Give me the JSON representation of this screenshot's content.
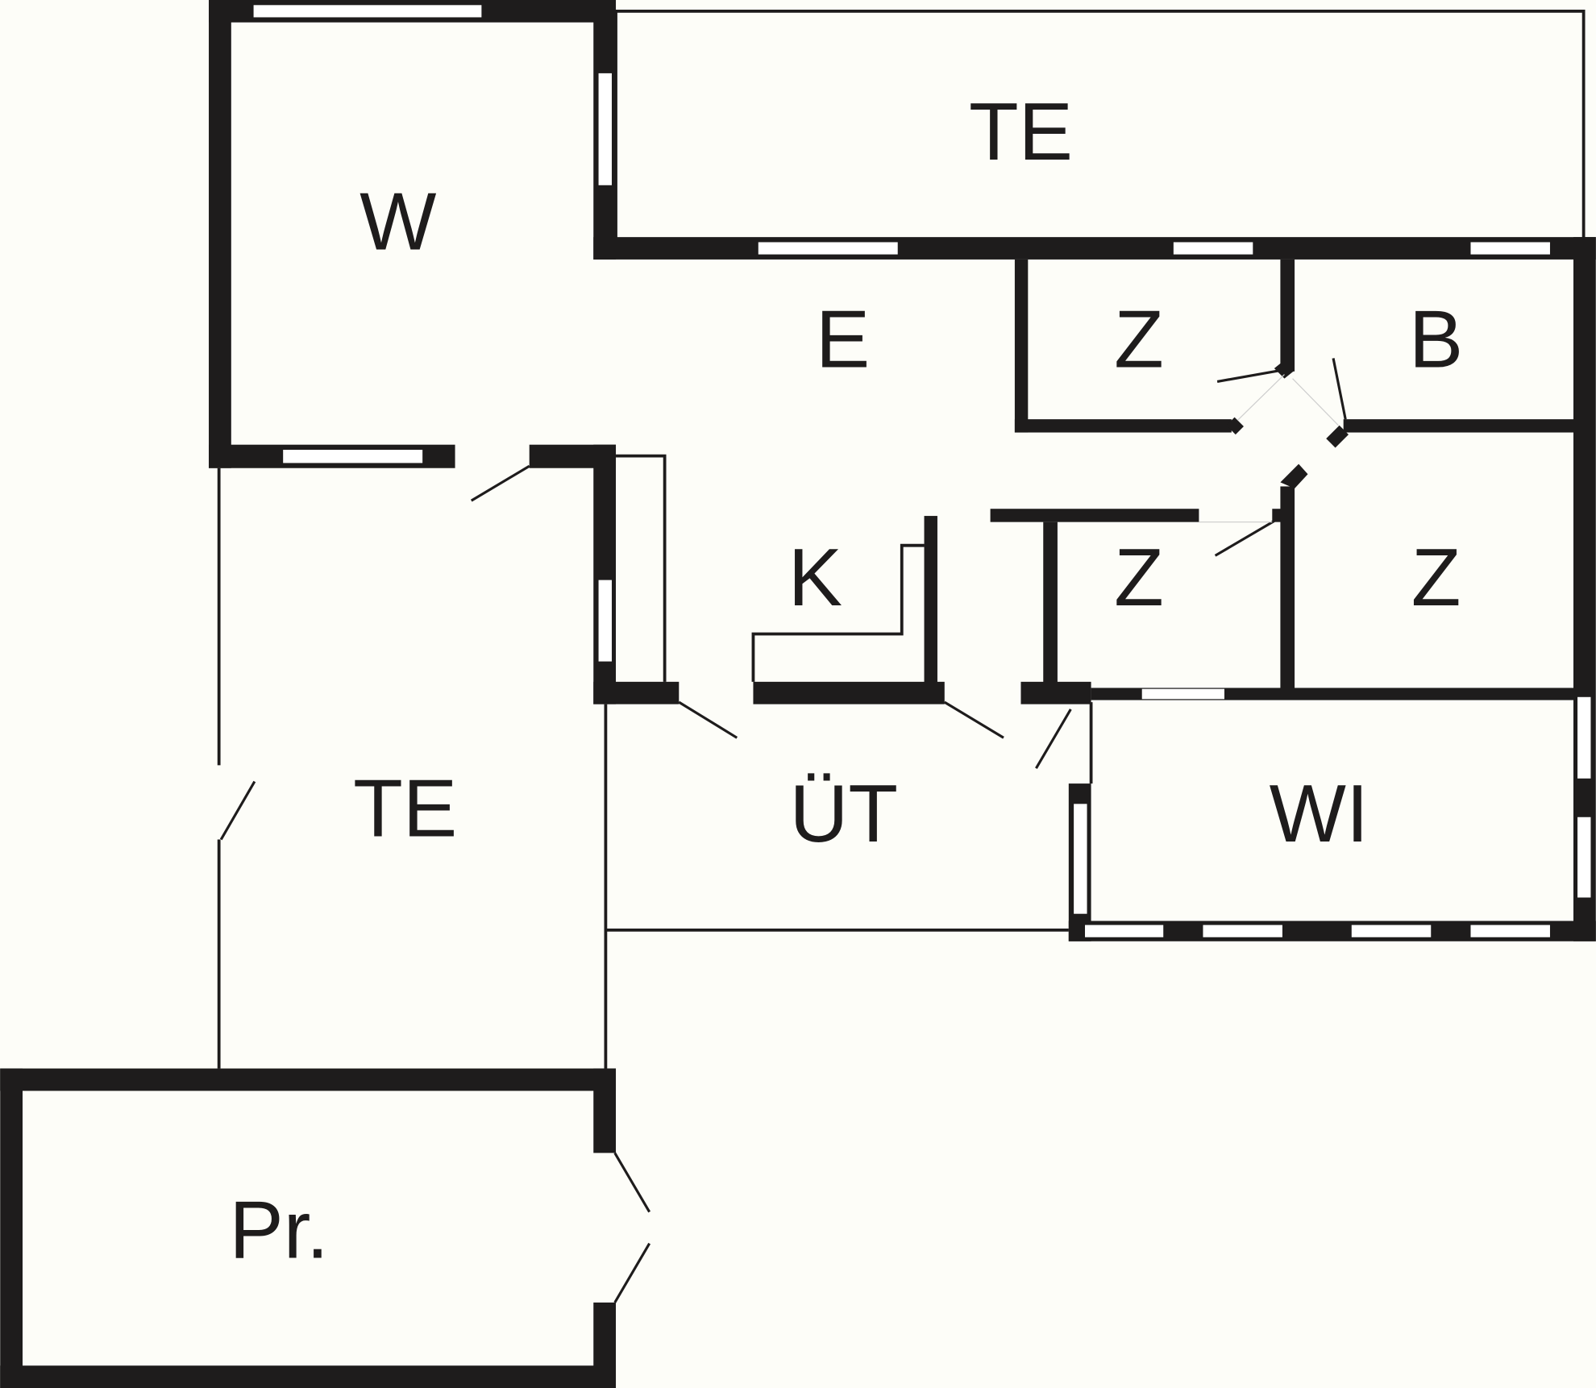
{
  "title": "Floor plan",
  "colors": {
    "background": "#fdfdf8",
    "wall": "#1e1c1c",
    "window": "#ffffff"
  },
  "rooms": [
    {
      "id": "te-top",
      "label": "TE"
    },
    {
      "id": "w",
      "label": "W"
    },
    {
      "id": "e",
      "label": "E"
    },
    {
      "id": "z-top",
      "label": "Z"
    },
    {
      "id": "b",
      "label": "B"
    },
    {
      "id": "k",
      "label": "K"
    },
    {
      "id": "z-mid",
      "label": "Z"
    },
    {
      "id": "z-right",
      "label": "Z"
    },
    {
      "id": "te-left",
      "label": "TE"
    },
    {
      "id": "ut",
      "label": "ÜT"
    },
    {
      "id": "wi",
      "label": "WI"
    },
    {
      "id": "pr",
      "label": "Pr."
    }
  ]
}
